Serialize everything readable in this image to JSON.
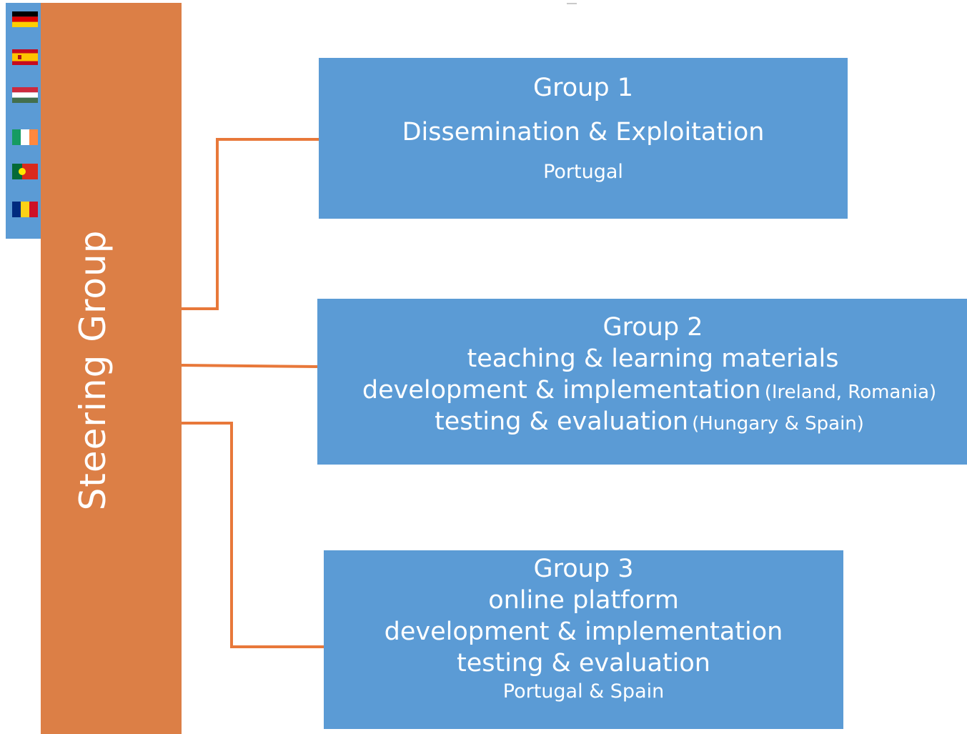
{
  "steering": {
    "label": "Steering Group",
    "color": "#dc7f46"
  },
  "flags": [
    "germany-flag",
    "spain-flag",
    "hungary-flag",
    "ireland-flag",
    "portugal-flag",
    "romania-flag"
  ],
  "colors": {
    "box": "#5b9bd5",
    "connector": "#e8783a"
  },
  "group1": {
    "title": "Group 1",
    "topic": "Dissemination & Exploitation",
    "country": "Portugal"
  },
  "group2": {
    "title": "Group 2",
    "line1": "teaching & learning materials",
    "line2": "development & implementation",
    "line2_countries": "(Ireland, Romania)",
    "line3": "testing & evaluation",
    "line3_countries": "(Hungary & Spain)"
  },
  "group3": {
    "title": "Group 3",
    "line1": "online platform",
    "line2": "development & implementation",
    "line3": "testing & evaluation",
    "countries": "Portugal & Spain"
  }
}
